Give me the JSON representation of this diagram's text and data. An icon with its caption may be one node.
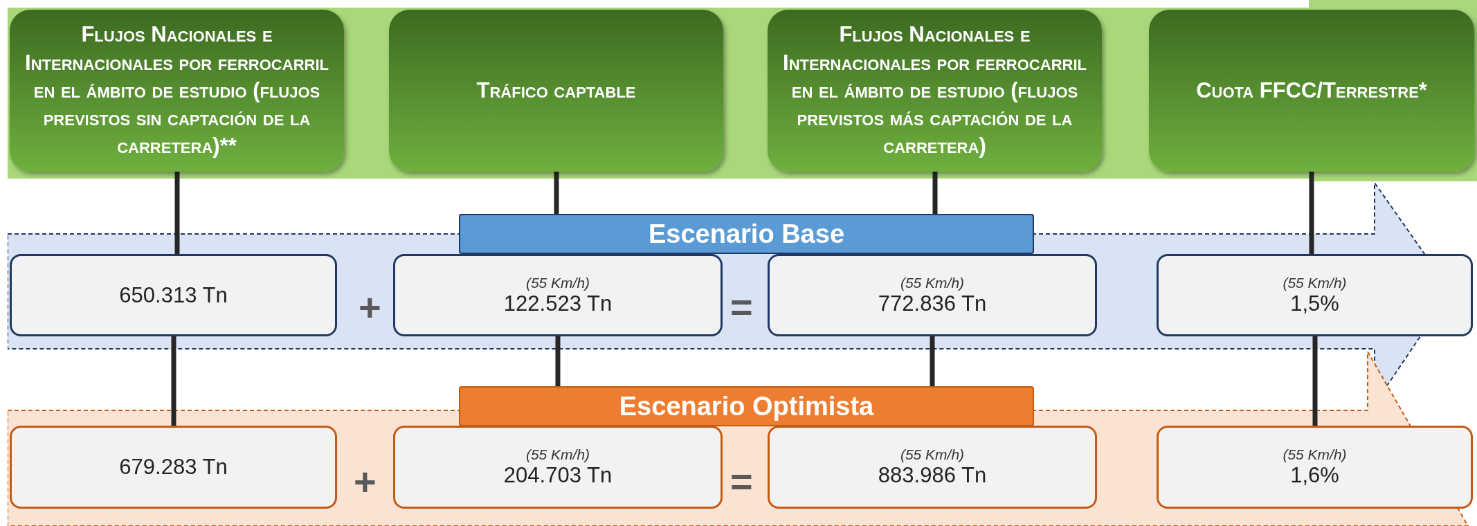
{
  "diagram": {
    "nodes": [
      {
        "text": [],
        "shape": "arrow"
      },
      {
        "text": [
          "Flujos Nacionales e Internacionales por ferrocarril en el ámbito de estudio (flujos previstos sin captación de la carretera)**"
        ],
        "in": 0
      },
      {
        "text": [
          "Tráfico captable"
        ],
        "in": 0
      },
      {
        "text": [
          "Flujos Nacionales e Internacionales por ferrocarril en el ámbito de estudio (flujos previstos más captación de la carretera)"
        ],
        "in": 0
      },
      {
        "text": [
          "Cuota FFCC/Terrestre*"
        ],
        "in": 0
      },
      {
        "text": [
          "Escenario Base"
        ]
      },
      {
        "text": [
          "650.313 Tn"
        ],
        "in": 5
      },
      {
        "text": [
          "(55 Km/h)",
          "122.523 Tn"
        ],
        "in": 5
      },
      {
        "text": [
          "(55 Km/h)",
          "772.836 Tn"
        ],
        "in": 5
      },
      {
        "text": [
          "(55 Km/h)",
          "1,5%"
        ],
        "in": 5
      },
      {
        "text": [
          "Escenario Optimista"
        ]
      },
      {
        "text": [
          "679.283 Tn"
        ],
        "in": 10
      },
      {
        "text": [
          "(55 Km/h)",
          "204.703 Tn"
        ],
        "in": 10
      },
      {
        "text": [
          "(55 Km/h)",
          "883.986 Tn"
        ],
        "in": 10
      },
      {
        "text": [
          "(55 Km/h)",
          "1,6%"
        ],
        "in": 10
      }
    ],
    "edges": [
      {
        "from": 1,
        "to": 6,
        "arrow": "none"
      },
      {
        "from": 6,
        "to": 11,
        "arrow": "none"
      },
      {
        "from": 2,
        "to": 7,
        "arrow": "none"
      },
      {
        "from": 7,
        "to": 12,
        "arrow": "none"
      },
      {
        "from": 3,
        "to": 8,
        "arrow": "none"
      },
      {
        "from": 8,
        "to": 13,
        "arrow": "none"
      },
      {
        "from": 4,
        "to": 9,
        "arrow": "none"
      },
      {
        "from": 9,
        "to": 14,
        "arrow": "none"
      }
    ],
    "labels": [
      "+",
      "=",
      "+",
      "="
    ]
  }
}
